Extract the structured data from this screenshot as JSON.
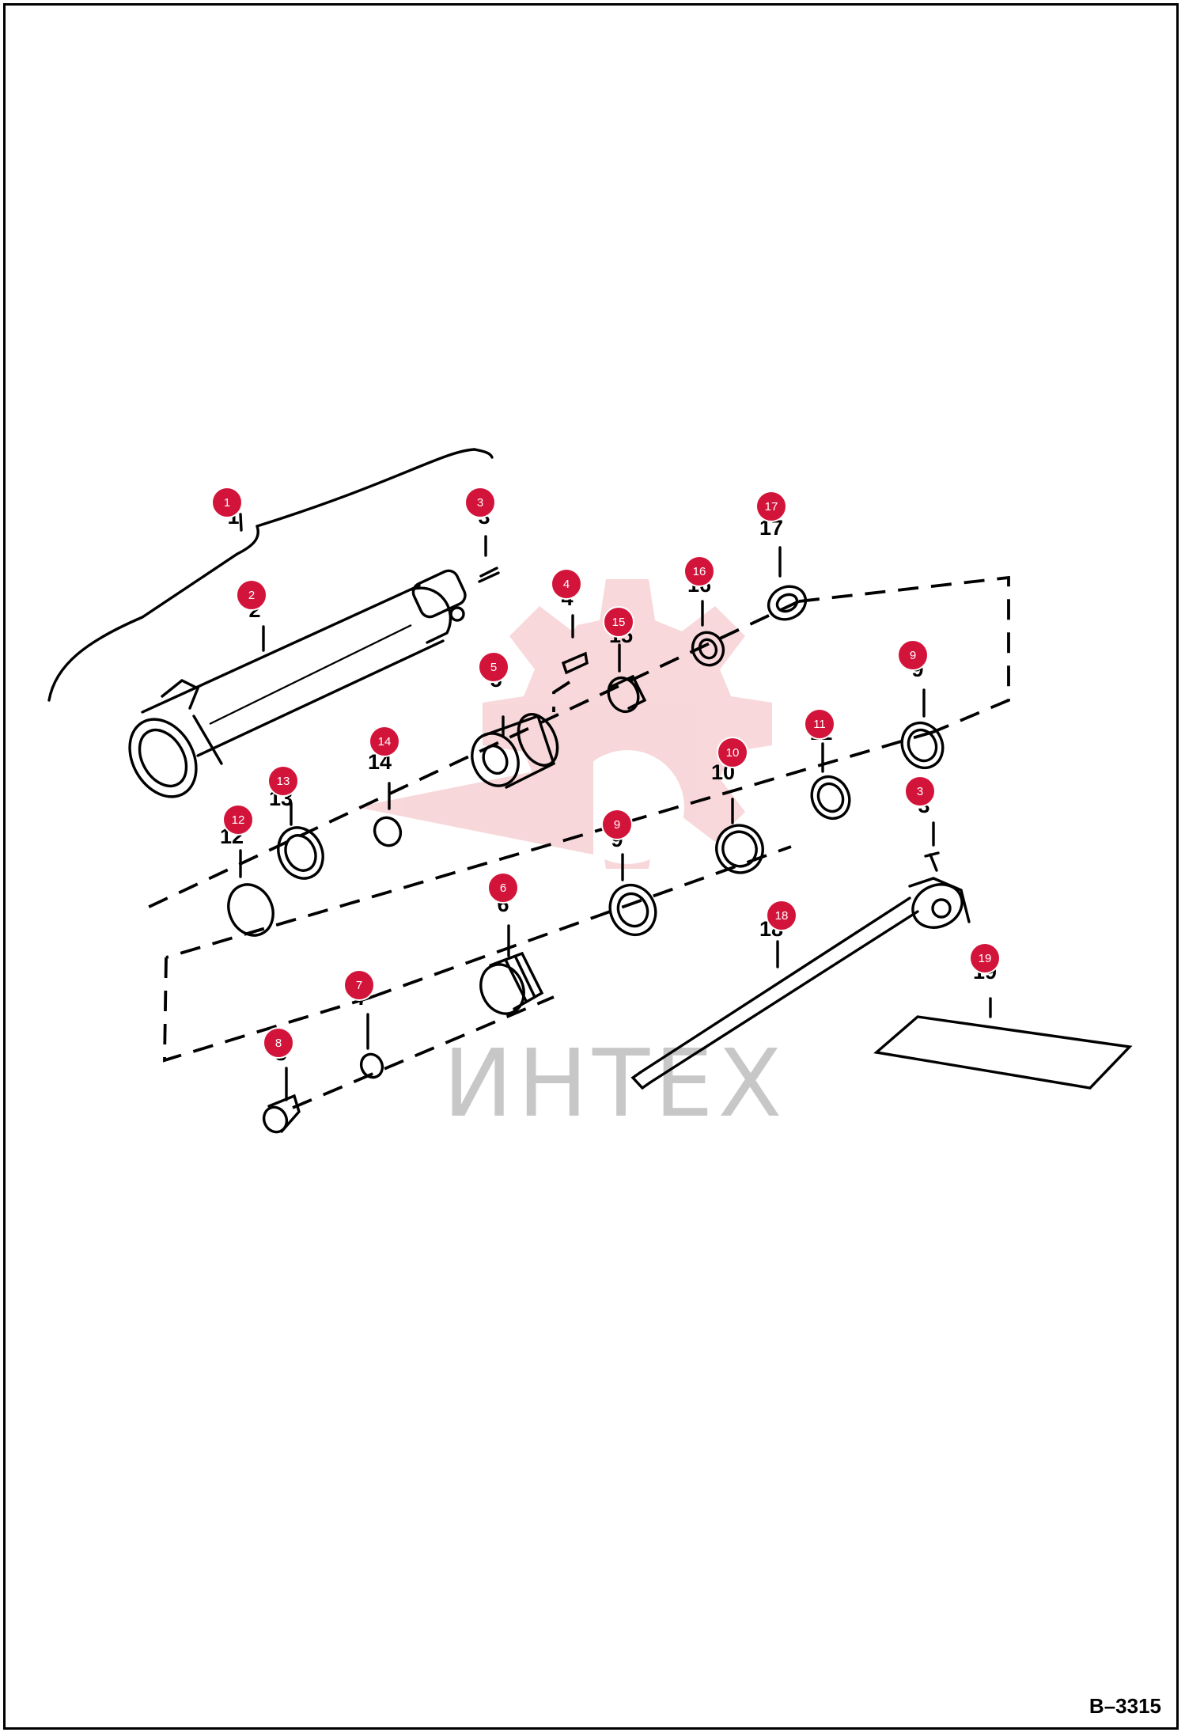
{
  "watermark": {
    "text": "ИНТЕХ",
    "color": "#f2b8bb"
  },
  "drawing_ref": "B–3315",
  "badge_color": "#d3143a",
  "callouts": [
    {
      "id": "c1",
      "badge": "1",
      "label": "1"
    },
    {
      "id": "c2",
      "badge": "2",
      "label": "2"
    },
    {
      "id": "c3a",
      "badge": "3",
      "label": "3"
    },
    {
      "id": "c4",
      "badge": "4",
      "label": "4"
    },
    {
      "id": "c5",
      "badge": "5",
      "label": "5"
    },
    {
      "id": "c15",
      "badge": "15",
      "label": "15"
    },
    {
      "id": "c16",
      "badge": "16",
      "label": "16"
    },
    {
      "id": "c17",
      "badge": "17",
      "label": "17"
    },
    {
      "id": "c9a",
      "badge": "9",
      "label": "9"
    },
    {
      "id": "c11",
      "badge": "11",
      "label": "11"
    },
    {
      "id": "c10",
      "badge": "10",
      "label": "10"
    },
    {
      "id": "c14",
      "badge": "14",
      "label": "14"
    },
    {
      "id": "c13",
      "badge": "13",
      "label": "13"
    },
    {
      "id": "c12",
      "badge": "12",
      "label": "12"
    },
    {
      "id": "c3b",
      "badge": "3",
      "label": "3"
    },
    {
      "id": "c9b",
      "badge": "9",
      "label": "9"
    },
    {
      "id": "c6",
      "badge": "6",
      "label": "6"
    },
    {
      "id": "c18",
      "badge": "18",
      "label": "18"
    },
    {
      "id": "c19",
      "badge": "19",
      "label": "19"
    },
    {
      "id": "c7",
      "badge": "7",
      "label": "7"
    },
    {
      "id": "c8",
      "badge": "8",
      "label": "8"
    }
  ]
}
